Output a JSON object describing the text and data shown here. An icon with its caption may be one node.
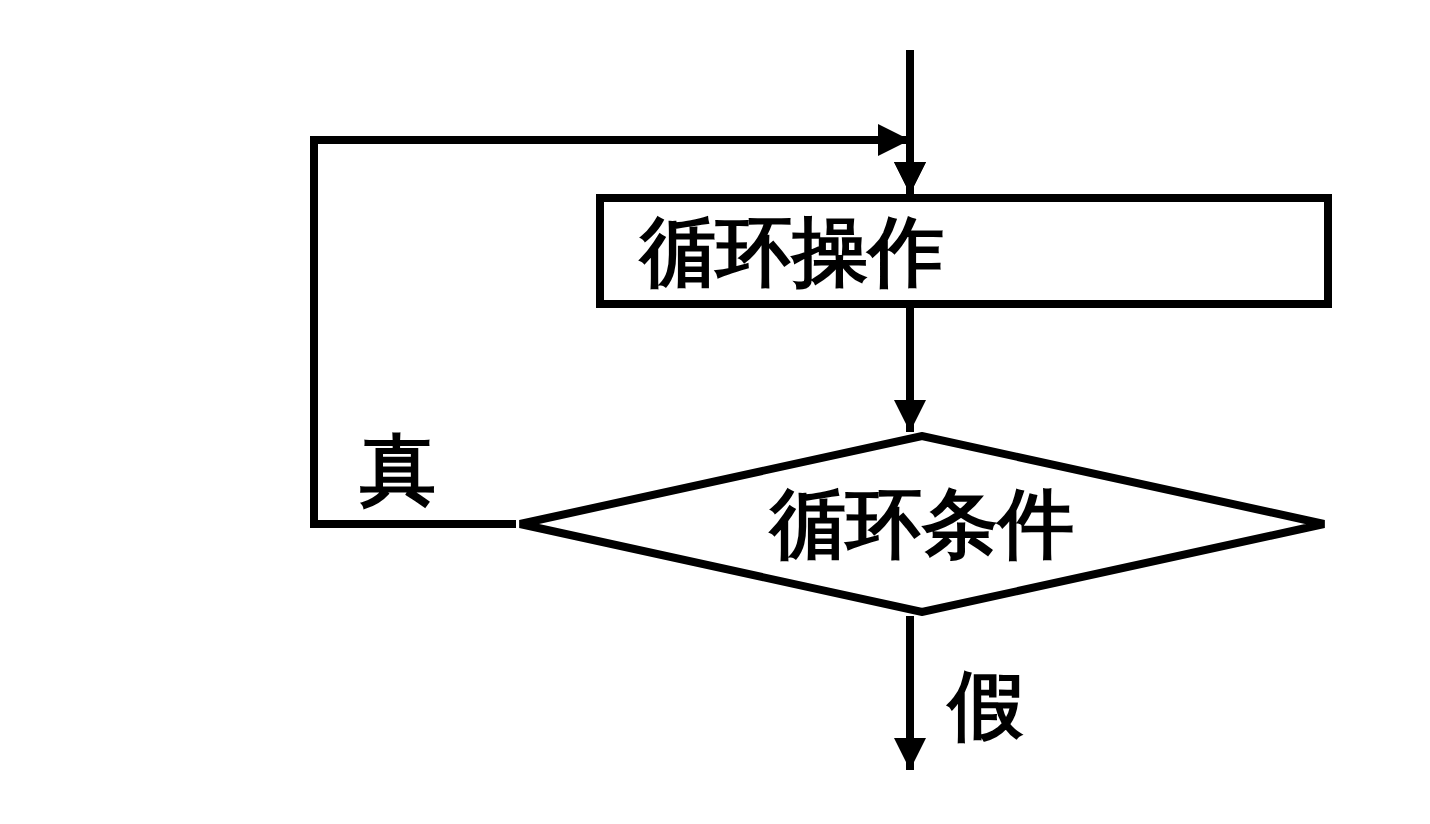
{
  "diagram": {
    "nodes": [
      {
        "text": [
          "循环操作"
        ]
      },
      {
        "text": [
          "循环条件"
        ]
      }
    ],
    "edges": [
      {
        "from": null,
        "to": 0,
        "arrow": "to"
      },
      {
        "from": 0,
        "to": 1,
        "arrow": "to"
      },
      {
        "from": 1,
        "to": 0,
        "arrow": "to",
        "label": "真"
      },
      {
        "from": 1,
        "to": null,
        "arrow": "to",
        "label": "假"
      }
    ]
  }
}
